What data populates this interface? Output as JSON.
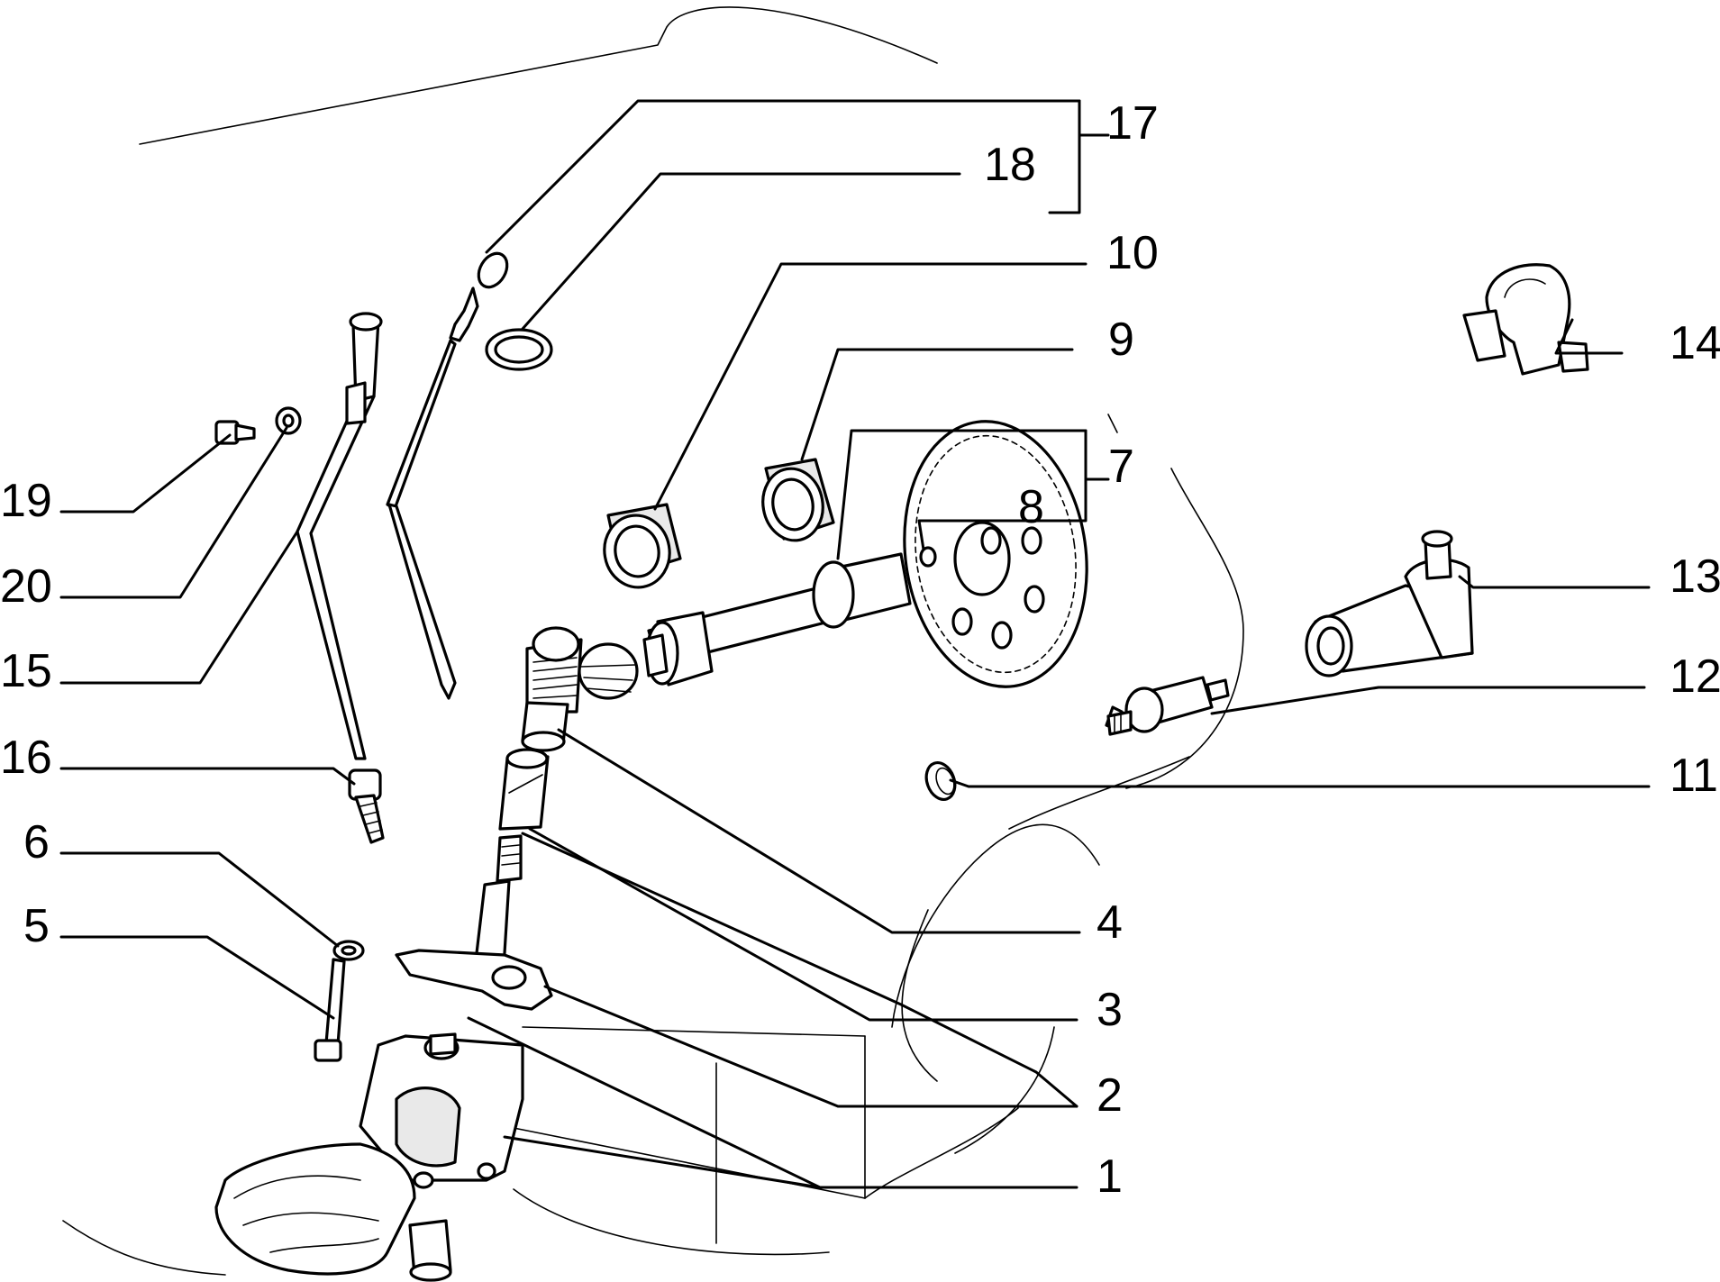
{
  "callouts": [
    {
      "id": "17",
      "text": "17"
    },
    {
      "id": "18",
      "text": "18"
    },
    {
      "id": "10",
      "text": "10"
    },
    {
      "id": "9",
      "text": "9"
    },
    {
      "id": "7",
      "text": "7"
    },
    {
      "id": "8",
      "text": "8"
    },
    {
      "id": "14",
      "text": "14"
    },
    {
      "id": "13",
      "text": "13"
    },
    {
      "id": "12",
      "text": "12"
    },
    {
      "id": "11",
      "text": "11"
    },
    {
      "id": "19",
      "text": "19"
    },
    {
      "id": "20",
      "text": "20"
    },
    {
      "id": "15",
      "text": "15"
    },
    {
      "id": "16",
      "text": "16"
    },
    {
      "id": "6",
      "text": "6"
    },
    {
      "id": "5",
      "text": "5"
    },
    {
      "id": "4",
      "text": "4"
    },
    {
      "id": "3",
      "text": "3"
    },
    {
      "id": "2",
      "text": "2"
    },
    {
      "id": "1",
      "text": "1"
    }
  ]
}
